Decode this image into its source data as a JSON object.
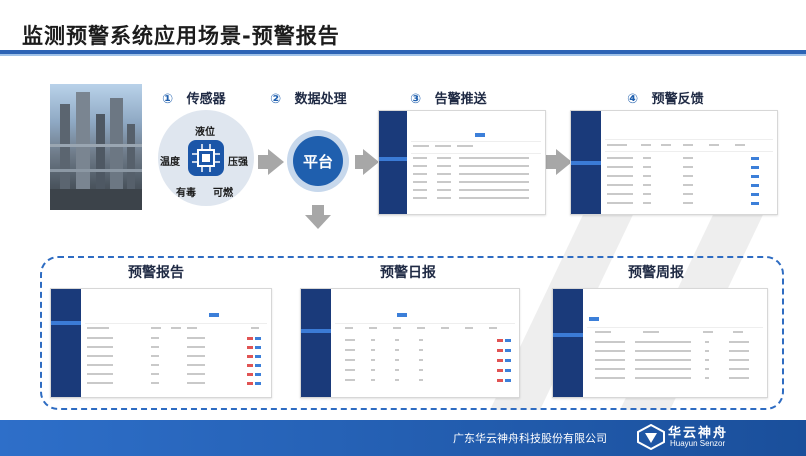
{
  "title": "监测预警系统应用场景-预警报告",
  "steps": [
    {
      "num": "①",
      "label": "传感器"
    },
    {
      "num": "②",
      "label": "数据处理"
    },
    {
      "num": "③",
      "label": "告警推送"
    },
    {
      "num": "④",
      "label": "预警反馈"
    }
  ],
  "sensors": {
    "top": "液位",
    "left": "温度",
    "right": "压强",
    "bottom_left": "有毒",
    "bottom_right": "可燃"
  },
  "platform_label": "平台",
  "reports": [
    "预警报告",
    "预警日报",
    "预警周报"
  ],
  "footer": {
    "company": "广东华云神舟科技股份有限公司",
    "logo_cn": "华云神舟",
    "logo_en": "Huayun Senzor"
  },
  "colors": {
    "brand_blue": "#1f5fae",
    "accent": "#2e6cc2",
    "arrow_gray": "#a7a7a7"
  }
}
